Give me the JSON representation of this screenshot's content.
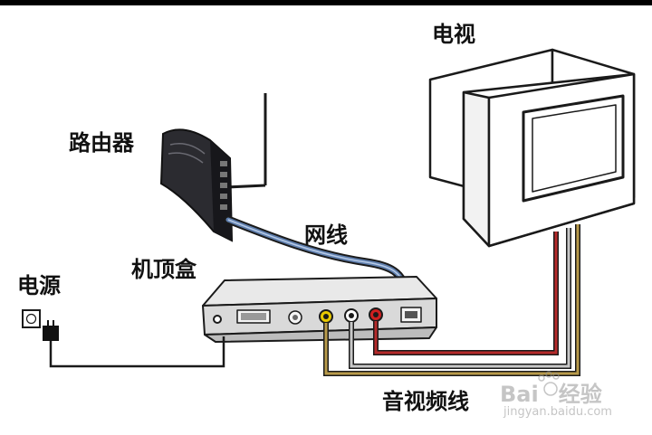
{
  "labels": {
    "tv": "电视",
    "router": "路由器",
    "network_cable": "网线",
    "settop_box": "机顶盒",
    "power": "电源",
    "av_cable": "音视频线"
  },
  "watermark": {
    "brand": "Bai",
    "brand_suffix": "经验",
    "url": "jingyan.baidu.com"
  },
  "colors": {
    "top_bar": "#000000",
    "outline": "#1a1a1a",
    "router_body": "#2b2b30",
    "network_cable": "#5f7fae",
    "av_red": "#b52a2a",
    "av_white": "#c8c8c8",
    "av_yellow": "#b89a4a"
  },
  "icons": [
    "power-outlet-icon",
    "power-plug-icon",
    "baidu-paw-icon"
  ]
}
